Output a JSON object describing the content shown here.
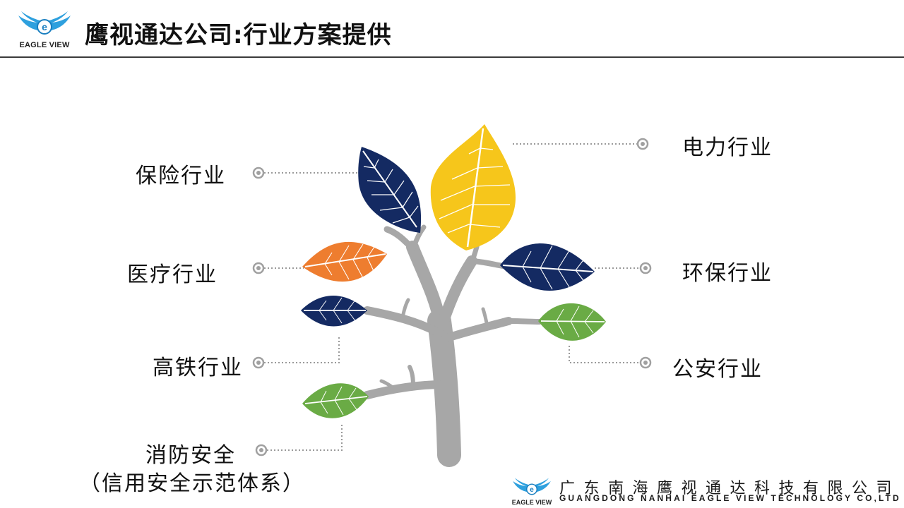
{
  "header": {
    "logo_text": "EAGLE VIEW",
    "title": "鹰视通达公司:行业方案提供"
  },
  "industries": {
    "insurance": "保险行业",
    "medical": "医疗行业",
    "railway": "高铁行业",
    "fire_line1": "消防安全",
    "fire_line2": "（信用安全示范体系）",
    "power": "电力行业",
    "environment": "环保行业",
    "police": "公安行业"
  },
  "footer": {
    "logo_text": "EAGLE VIEW",
    "company_cn": "广东南海鹰视通达科技有限公司",
    "company_en": "GUANGDONG NANHAI EAGLE VIEW TECHNOLOGY CO,LTD"
  },
  "colors": {
    "navy": "#142a62",
    "yellow": "#f6c61b",
    "orange": "#ee7d2f",
    "green": "#6aab45",
    "trunk": "#a7a7a7",
    "logo_blue": "#2ea0de"
  }
}
